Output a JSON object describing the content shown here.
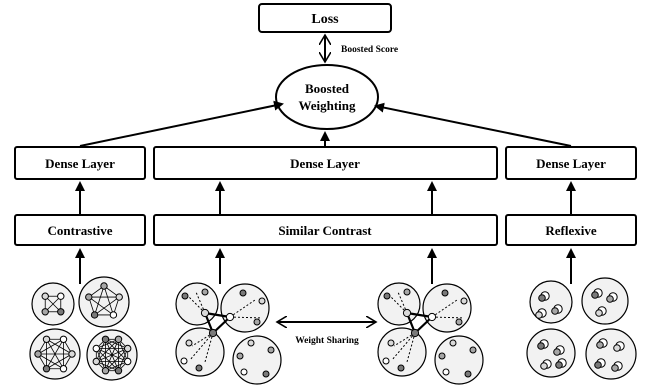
{
  "diagram": {
    "loss": "Loss",
    "boosted_score": "Boosted Score",
    "boosted_weighting": [
      "Boosted",
      "Weighting"
    ],
    "dense_left": "Dense Layer",
    "dense_center": "Dense Layer",
    "dense_right": "Dense Layer",
    "contrastive": "Contrastive",
    "similar_contrast": "Similar Contrast",
    "reflexive": "Reflexive",
    "weight_sharing": "Weight Sharing"
  },
  "colors": {
    "stroke": "#000000",
    "circle_fill": "#f2f2f2",
    "node_dark": "#7a7a7a",
    "node_mid": "#a6a6a6",
    "node_light": "#d9d9d9",
    "node_white": "#ffffff"
  }
}
